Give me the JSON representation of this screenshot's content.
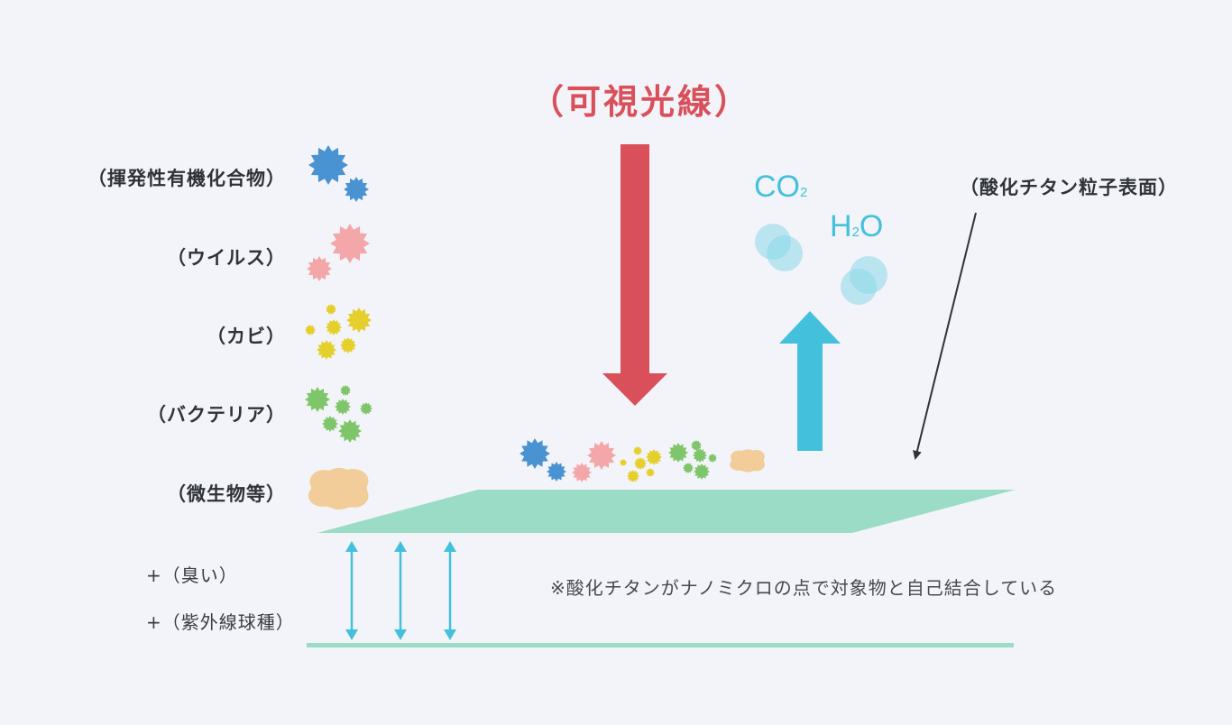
{
  "title": "（可視光線）",
  "categories": [
    {
      "label": "（揮発性有機化合物）",
      "color": "#4a93d2",
      "icon": "spiky-particle"
    },
    {
      "label": "（ウイルス）",
      "color": "#f4a7a9",
      "icon": "spiky-particle"
    },
    {
      "label": "（カビ）",
      "color": "#e5cf2c",
      "icon": "spiky-particle"
    },
    {
      "label": "（バクテリア）",
      "color": "#7fc66b",
      "icon": "spiky-particle"
    },
    {
      "label": "（微生物等）",
      "color": "#f2cc99",
      "icon": "blob-particle"
    }
  ],
  "extras": [
    "+（臭い）",
    "+（紫外線球種）"
  ],
  "products": {
    "co2": {
      "main": "CO",
      "sub": "2"
    },
    "h2o": {
      "pre": "H",
      "sub": "2",
      "post": "O"
    }
  },
  "surface_label": "（酸化チタン粒子表面）",
  "note": "※酸化チタンがナノミクロの点で対象物と自己結合している",
  "colors": {
    "visible_light_arrow": "#d9505a",
    "output_arrow": "#43c1dc",
    "surface": "#9adcc6",
    "bubble": "#8ad8ea"
  }
}
